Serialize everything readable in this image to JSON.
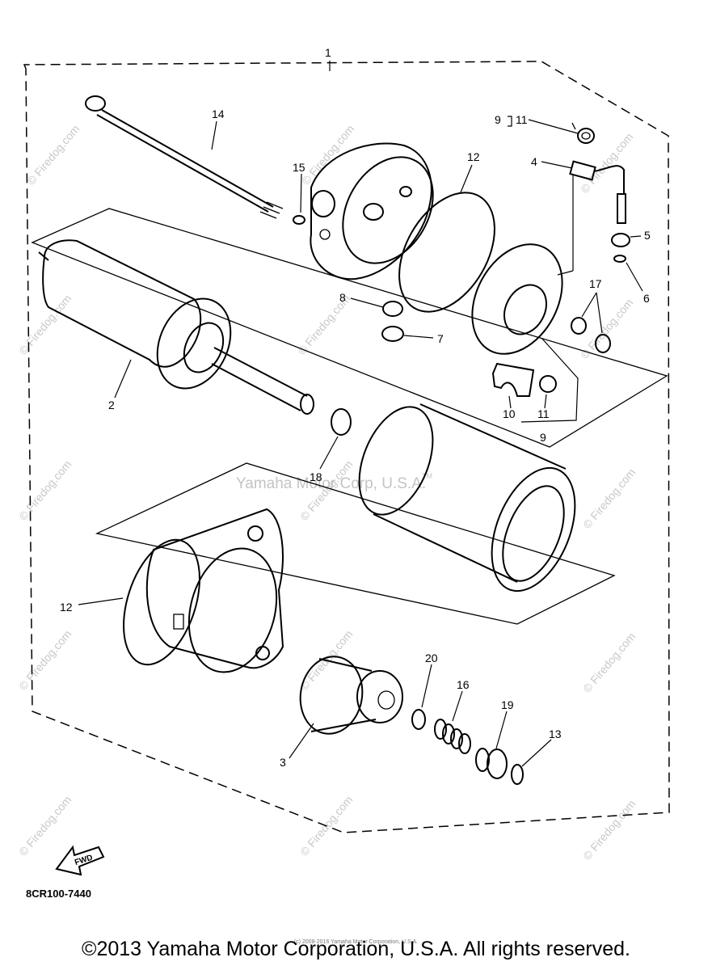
{
  "diagram": {
    "callouts": {
      "c1": "1",
      "c2": "2",
      "c3": "3",
      "c4": "4",
      "c5": "5",
      "c6": "6",
      "c7": "7",
      "c8": "8",
      "c9a": "9",
      "c9b": "9",
      "c10": "10",
      "c11a": "11",
      "c11b": "11",
      "c12a": "12",
      "c12b": "12",
      "c13": "13",
      "c14": "14",
      "c15": "15",
      "c16": "16",
      "c17": "17",
      "c18": "18",
      "c19": "19",
      "c20": "20"
    },
    "fwd_label": "FWD",
    "code": "8CR100-7440",
    "watermark_center": "Yamaha Motor Corp, U.S.A.",
    "watermark_tm": "TM",
    "watermark_site": "© Firedog.com"
  },
  "footer": {
    "copyright": "©2013 Yamaha Motor Corporation, U.S.A. All rights reserved.",
    "tiny_notice": "(c) 2008-2016 Yamaha Motor Corporation, U.S.A."
  }
}
